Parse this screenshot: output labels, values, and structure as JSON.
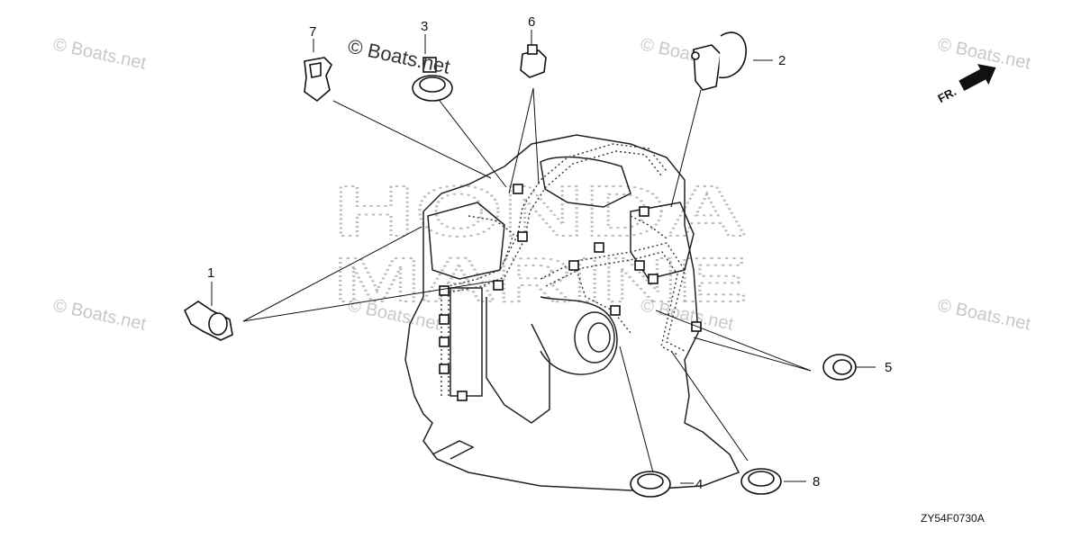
{
  "watermarks": {
    "main": "© Boats.net",
    "repeat": "© Boats.net"
  },
  "callouts": [
    "1",
    "2",
    "3",
    "4",
    "5",
    "6",
    "7",
    "8"
  ],
  "direction": {
    "label": "FR."
  },
  "diagram_code": "ZY54F0730A",
  "background_brand": [
    "HONDA",
    "MARINE"
  ]
}
